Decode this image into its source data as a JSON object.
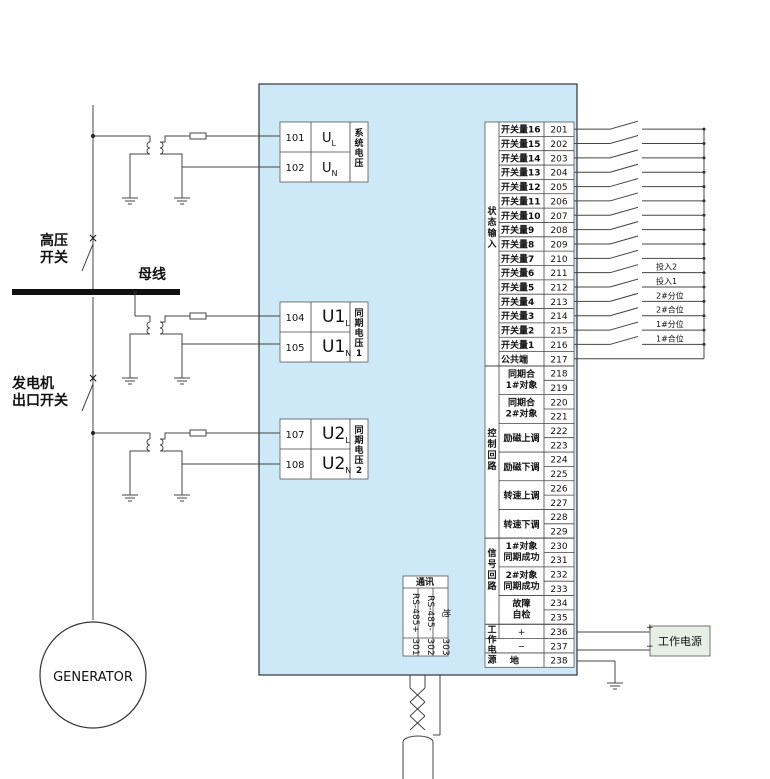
{
  "labels": {
    "hv_switch": [
      "高压",
      "开关"
    ],
    "busbar": "母线",
    "gen_switch": [
      "发电机",
      "出口开关"
    ],
    "generator": "GENERATOR",
    "power_supply": "工作电源"
  },
  "voltage_inputs": [
    {
      "terminal": "101",
      "sig": "U",
      "sub": "L"
    },
    {
      "terminal": "102",
      "sig": "U",
      "sub": "N"
    },
    {
      "terminal": "104",
      "sig": "U1",
      "sub": "L"
    },
    {
      "terminal": "105",
      "sig": "U1",
      "sub": "N"
    },
    {
      "terminal": "107",
      "sig": "U2",
      "sub": "L"
    },
    {
      "terminal": "108",
      "sig": "U2",
      "sub": "N"
    }
  ],
  "voltage_groups": [
    {
      "label": "系统电压"
    },
    {
      "label": "同期电压1"
    },
    {
      "label": "同期电压2"
    }
  ],
  "comm": {
    "group_label": "通讯",
    "channels": [
      "RS-485+",
      "RS-485-",
      "地"
    ],
    "terminals": [
      "301",
      "302",
      "303"
    ]
  },
  "status_inputs": {
    "group_label": "状态输入",
    "rows": [
      {
        "name": "开关量16",
        "terminal": "201"
      },
      {
        "name": "开关量15",
        "terminal": "202"
      },
      {
        "name": "开关量14",
        "terminal": "203"
      },
      {
        "name": "开关量13",
        "terminal": "204"
      },
      {
        "name": "开关量12",
        "terminal": "205"
      },
      {
        "name": "开关量11",
        "terminal": "206"
      },
      {
        "name": "开关量10",
        "terminal": "207"
      },
      {
        "name": "开关量9",
        "terminal": "208"
      },
      {
        "name": "开关量8",
        "terminal": "209"
      },
      {
        "name": "开关量7",
        "terminal": "210"
      },
      {
        "name": "开关量6",
        "terminal": "211"
      },
      {
        "name": "开关量5",
        "terminal": "212"
      },
      {
        "name": "开关量4",
        "terminal": "213"
      },
      {
        "name": "开关量3",
        "terminal": "214"
      },
      {
        "name": "开关量2",
        "terminal": "215"
      },
      {
        "name": "开关量1",
        "terminal": "216"
      },
      {
        "name": "公共端",
        "terminal": "217"
      }
    ],
    "external": [
      {
        "terminal": "211",
        "label": "投入2"
      },
      {
        "terminal": "212",
        "label": "投入1"
      },
      {
        "terminal": "213",
        "label": "2#分位"
      },
      {
        "terminal": "214",
        "label": "2#合位"
      },
      {
        "terminal": "215",
        "label": "1#分位"
      },
      {
        "terminal": "216",
        "label": "1#合位"
      }
    ]
  },
  "control_loop": {
    "group_label": "控制回路",
    "items": [
      {
        "name": "同期合1#对象",
        "terminals": [
          "218",
          "219"
        ]
      },
      {
        "name": "同期合2#对象",
        "terminals": [
          "220",
          "221"
        ]
      },
      {
        "name": "励磁上调",
        "terminals": [
          "222",
          "223"
        ]
      },
      {
        "name": "励磁下调",
        "terminals": [
          "224",
          "225"
        ]
      },
      {
        "name": "转速上调",
        "terminals": [
          "226",
          "227"
        ]
      },
      {
        "name": "转速下调",
        "terminals": [
          "228",
          "229"
        ]
      }
    ]
  },
  "signal_loop": {
    "group_label": "信号回路",
    "items": [
      {
        "name": "1#对象同期成功",
        "terminals": [
          "230",
          "231"
        ]
      },
      {
        "name": "2#对象同期成功",
        "terminals": [
          "232",
          "233"
        ]
      },
      {
        "name": "故障自检",
        "terminals": [
          "234",
          "235"
        ]
      }
    ]
  },
  "power": {
    "group_label": "工作电源",
    "rows": [
      {
        "name": "+",
        "terminal": "236"
      },
      {
        "name": "−",
        "terminal": "237"
      }
    ]
  },
  "ground_row": {
    "name": "地",
    "terminal": "238"
  },
  "colors": {
    "device_fill": "#cde9f8",
    "terminal_fill": "#ffffff",
    "psu_fill": "#e6efe6",
    "busbar": "#111111"
  }
}
